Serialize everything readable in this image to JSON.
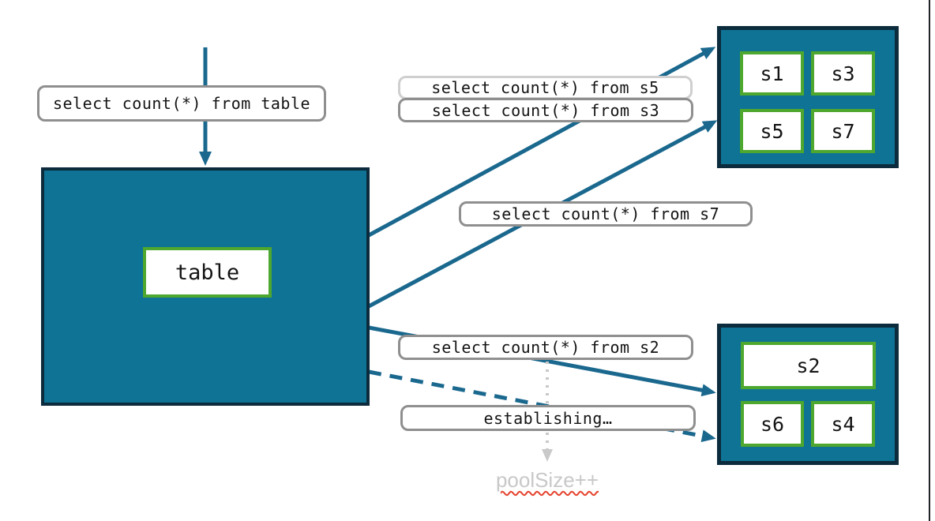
{
  "diagram": {
    "main_table": {
      "label": "table"
    },
    "query_labels": {
      "table": "select count(*) from table",
      "s5": "select count(*) from s5",
      "s3": "select count(*) from s3",
      "s7": "select count(*) from s7",
      "s2": "select count(*) from s2",
      "establishing": "establishing…",
      "pool_size": "poolSize++"
    },
    "shard_box_top": {
      "cells": [
        "s1",
        "s3",
        "s5",
        "s7"
      ]
    },
    "shard_box_bottom": {
      "wide_cell": "s2",
      "cells": [
        "s6",
        "s4"
      ]
    },
    "colors": {
      "teal_fill": "#0E7394",
      "dark_border": "#0C2B3C",
      "green_border": "#4EA72E",
      "arrow_teal": "#1A688E",
      "gray_border": "#8F8F8F",
      "light_gray_border": "#CFCFCF",
      "muted_text": "#C8C8C8",
      "dotted_arrow_gray": "#C9C9C9",
      "spellcheck_red": "#E5432E"
    }
  }
}
